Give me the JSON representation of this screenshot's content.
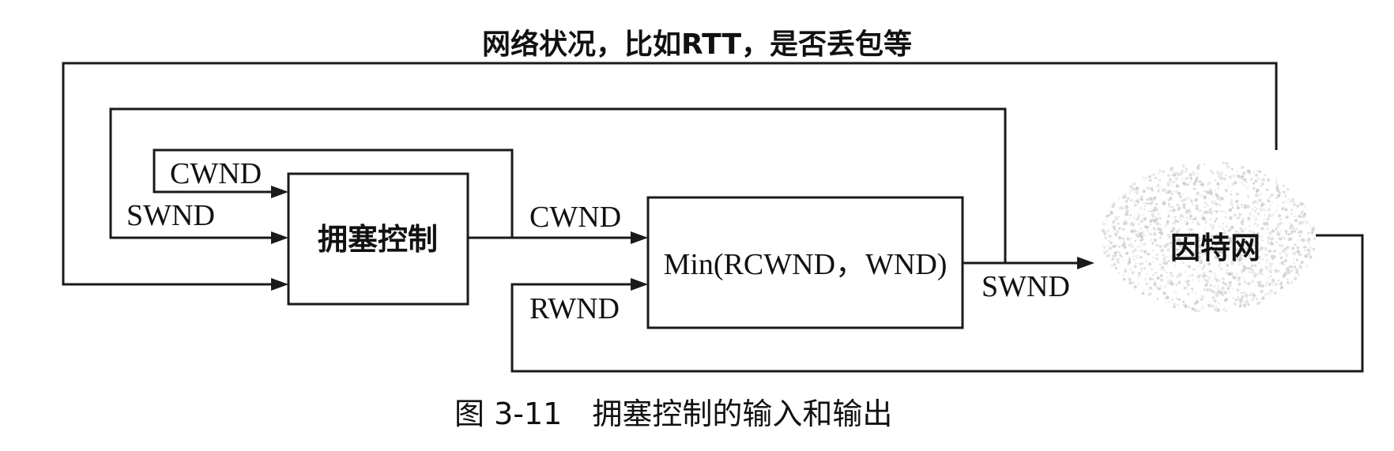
{
  "diagram": {
    "top_feedback_label": "网络状况，比如RTT，是否丢包等",
    "nodes": {
      "congestion_control": "拥塞控制",
      "min_box": "Min(RCWND，WND)",
      "internet": "因特网"
    },
    "edge_labels": {
      "cwnd_in": "CWND",
      "swnd_in": "SWND",
      "cwnd_out": "CWND",
      "rwnd_in": "RWND",
      "swnd_out": "SWND"
    },
    "caption": "图 3-11　拥塞控制的输入和输出"
  }
}
